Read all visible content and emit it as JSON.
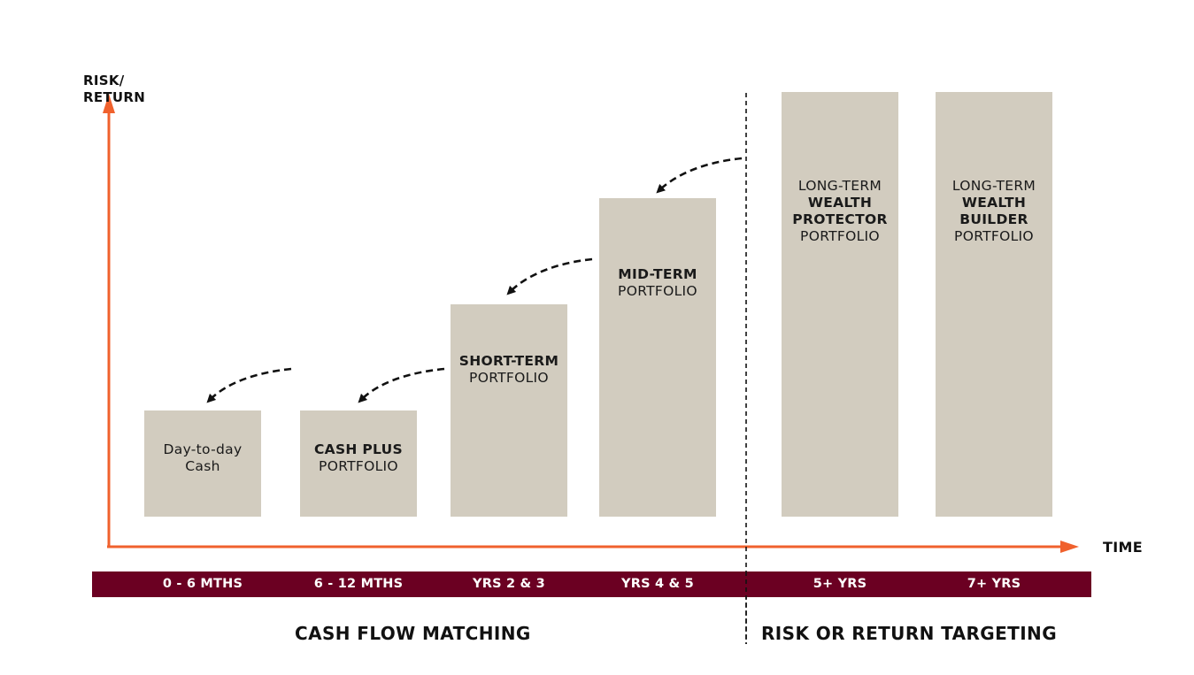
{
  "axes": {
    "y_label_line1": "RISK/",
    "y_label_line2": "RETURN",
    "x_label": "TIME",
    "axis_color": "#f0612d"
  },
  "bars": [
    {
      "id": "day-to-day-cash",
      "lines": [
        {
          "text": "Day-to-day",
          "bold": false
        },
        {
          "text": "Cash",
          "bold": false
        }
      ],
      "height_level": 1
    },
    {
      "id": "cash-plus",
      "lines": [
        {
          "text": "CASH PLUS",
          "bold": true
        },
        {
          "text": "PORTFOLIO",
          "bold": false
        }
      ],
      "height_level": 1
    },
    {
      "id": "short-term",
      "lines": [
        {
          "text": "SHORT-TERM",
          "bold": true
        },
        {
          "text": "PORTFOLIO",
          "bold": false
        }
      ],
      "height_level": 2
    },
    {
      "id": "mid-term",
      "lines": [
        {
          "text": "MID-TERM",
          "bold": true
        },
        {
          "text": "PORTFOLIO",
          "bold": false
        }
      ],
      "height_level": 3
    },
    {
      "id": "wealth-protector",
      "lines": [
        {
          "text": "LONG-TERM",
          "bold": false
        },
        {
          "text": "WEALTH",
          "bold": true
        },
        {
          "text": "PROTECTOR",
          "bold": true
        },
        {
          "text": "PORTFOLIO",
          "bold": false
        }
      ],
      "height_level": 4
    },
    {
      "id": "wealth-builder",
      "lines": [
        {
          "text": "LONG-TERM",
          "bold": false
        },
        {
          "text": "WEALTH",
          "bold": true
        },
        {
          "text": "BUILDER",
          "bold": true
        },
        {
          "text": "PORTFOLIO",
          "bold": false
        }
      ],
      "height_level": 4
    }
  ],
  "timeline": {
    "band_color": "#6b0022",
    "labels": [
      "0 - 6 MTHS",
      "6 - 12 MTHS",
      "YRS 2 & 3",
      "YRS 4 & 5",
      "5+ YRS",
      "7+ YRS"
    ]
  },
  "sections": {
    "left": "CASH FLOW MATCHING",
    "right": "RISK OR RETURN TARGETING"
  },
  "colors": {
    "bar_fill": "#d2ccbf",
    "axis": "#f0612d",
    "band": "#6b0022"
  }
}
